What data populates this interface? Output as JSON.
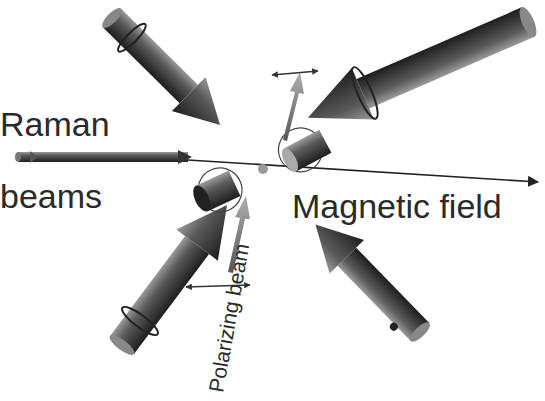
{
  "diagram": {
    "labels": [
      "Raman beams",
      "Magnetic field",
      "Polarizing beam"
    ]
  }
}
